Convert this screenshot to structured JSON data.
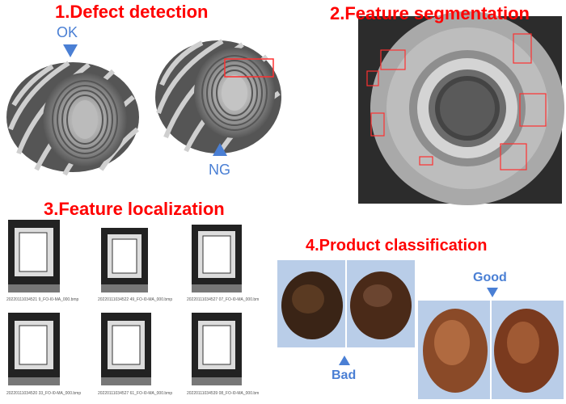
{
  "sections": {
    "defect_detection": {
      "title": "1.Defect detection",
      "ok_label": "OK",
      "ng_label": "NG"
    },
    "feature_segmentation": {
      "title": "2.Feature segmentation"
    },
    "feature_localization": {
      "title": "3.Feature localization",
      "captions": [
        "20220111034521 9_FO-I0-MA_000.bmp",
        "20220111034522 49_FO-I0-MA_000.bmp",
        "20220111034527 07_FO-I0-MA_000.bm",
        "20220111034520 33_FO-I0-MA_000.bmp",
        "20220111034527 61_FO-I0-MA_000.bmp",
        "20220111034539 08_FO-I0-MA_000.bm"
      ]
    },
    "product_classification": {
      "title": "4.Product classification",
      "bad_label": "Bad",
      "good_label": "Good"
    }
  },
  "colors": {
    "title": "#ff0000",
    "label": "#4a7fd4",
    "defect_box": "#ff3030"
  }
}
